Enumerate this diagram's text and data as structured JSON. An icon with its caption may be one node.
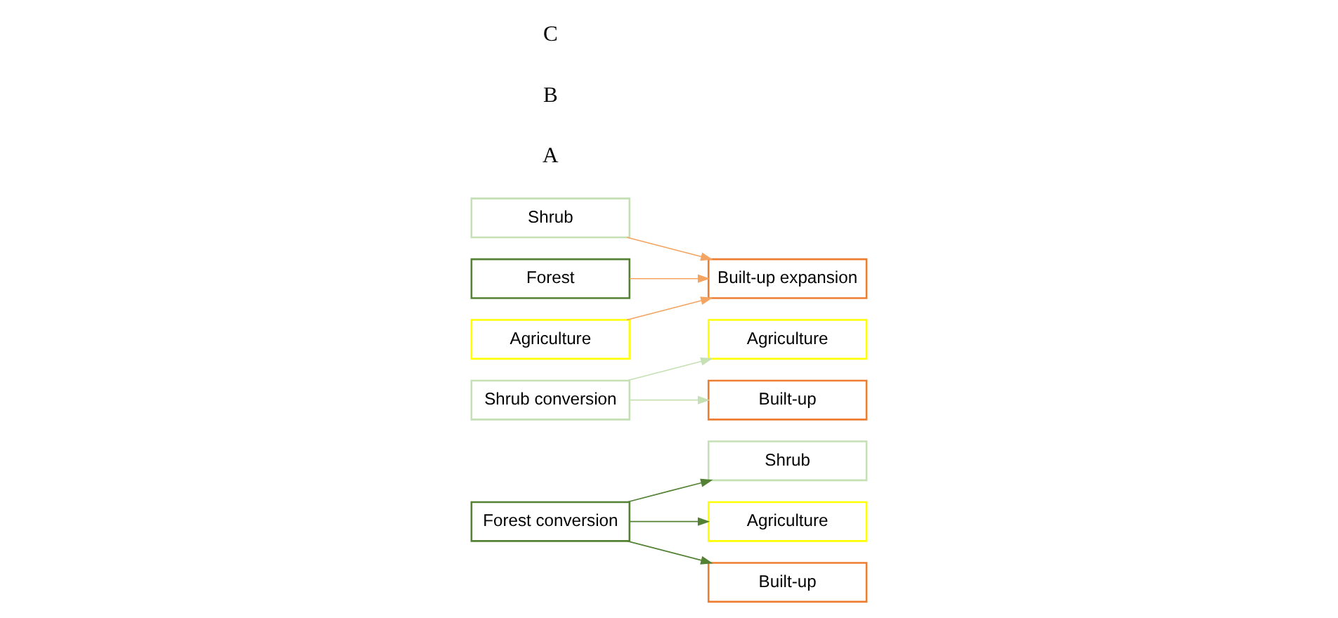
{
  "diagram": {
    "nodes": [
      {
        "text": [
          "Forest conversion"
        ]
      },
      {
        "text": [
          "Shrub"
        ]
      },
      {
        "text": [
          "Agriculture"
        ]
      },
      {
        "text": [
          "Built-up"
        ]
      },
      {
        "text": [
          "Agriculture"
        ]
      },
      {
        "text": [
          "Built-up"
        ]
      },
      {
        "text": [
          "Shrub conversion"
        ]
      },
      {
        "text": [
          "Shrub"
        ]
      },
      {
        "text": [
          "Forest"
        ]
      },
      {
        "text": [
          "Agriculture"
        ]
      },
      {
        "text": [
          "Built-up expansion"
        ]
      }
    ],
    "edges": [
      {
        "from": 0,
        "to": 1,
        "arrow": "to",
        "color": "#548235"
      },
      {
        "from": 0,
        "to": 2,
        "arrow": "to",
        "color": "#548235"
      },
      {
        "from": 0,
        "to": 3,
        "arrow": "to",
        "color": "#548235"
      },
      {
        "from": 6,
        "to": 4,
        "arrow": "to",
        "color": "#c5e0b4"
      },
      {
        "from": 6,
        "to": 5,
        "arrow": "to",
        "color": "#c5e0b4"
      },
      {
        "from": 7,
        "to": 10,
        "arrow": "to",
        "color": "#f4a460"
      },
      {
        "from": 8,
        "to": 10,
        "arrow": "to",
        "color": "#f4a460"
      },
      {
        "from": 9,
        "to": 10,
        "arrow": "to",
        "color": "#f4a460"
      }
    ],
    "labels": [
      "A",
      "B",
      "C"
    ]
  }
}
